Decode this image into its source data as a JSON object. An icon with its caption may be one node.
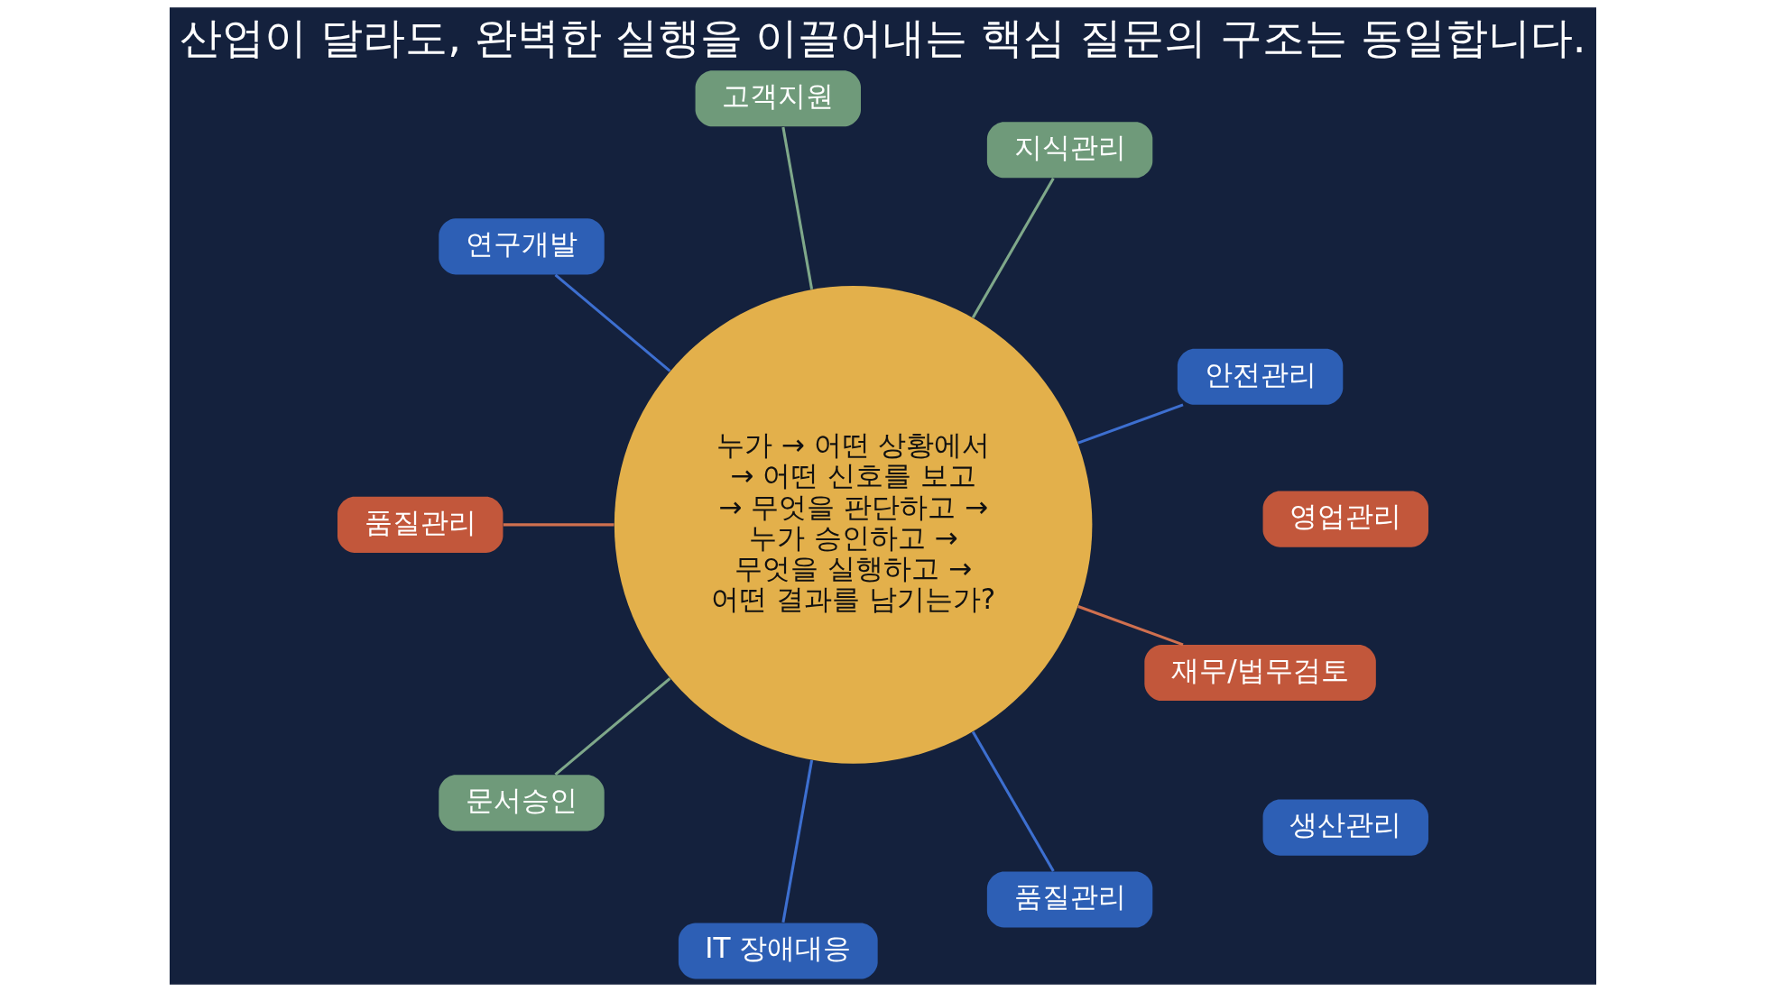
{
  "diagram": {
    "title": "산업이 달라도, 완벽한 실행을 이끌어내는 핵심 질문의 구조는 동일합니다.",
    "nodes": [
      {
        "text": [
          "누가 → 어떤 상황에서 → 어떤 신호를 보고 → 무엇을 판단하고 → 누가 승인하고 → 무엇을 실행하고 → 어떤 결과를 남기는가?"
        ]
      },
      {
        "text": [
          "안전관리"
        ]
      },
      {
        "text": [
          "지식관리"
        ]
      },
      {
        "text": [
          "고객지원"
        ]
      },
      {
        "text": [
          "연구개발"
        ]
      },
      {
        "text": [
          "품질관리"
        ]
      },
      {
        "text": [
          "생산관리"
        ]
      },
      {
        "text": [
          "영업관리"
        ]
      },
      {
        "text": [
          "문서승인"
        ]
      },
      {
        "text": [
          "IT 장애대응"
        ]
      },
      {
        "text": [
          "품질관리"
        ]
      },
      {
        "text": [
          "재무/법무검토"
        ]
      }
    ],
    "edges": [
      {
        "from": 0,
        "to": 1,
        "arrow": "none"
      },
      {
        "from": 0,
        "to": 2,
        "arrow": "none",
        "color": "#7fa88a"
      },
      {
        "from": 0,
        "to": 3,
        "arrow": "none",
        "color": "#7fa88a"
      },
      {
        "from": 0,
        "to": 4,
        "arrow": "none"
      },
      {
        "from": 0,
        "to": 5,
        "arrow": "none",
        "color": "#d0704f"
      },
      {
        "from": 0,
        "to": 8,
        "arrow": "none",
        "color": "#7fa88a"
      },
      {
        "from": 0,
        "to": 9,
        "arrow": "none"
      },
      {
        "from": 0,
        "to": 10,
        "arrow": "none"
      },
      {
        "from": 0,
        "to": 11,
        "arrow": "none",
        "color": "#d0704f"
      }
    ]
  }
}
